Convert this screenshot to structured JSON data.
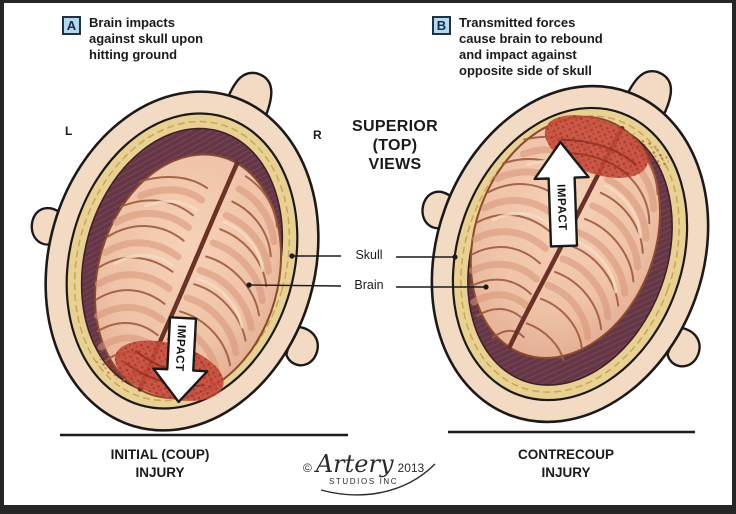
{
  "panel_a": {
    "badge": "A",
    "caption": "Brain impacts\nagainst skull upon\nhitting ground",
    "side_left": "L",
    "side_right": "R",
    "impact": "IMPACT",
    "footer": "INITIAL (COUP)\nINJURY"
  },
  "panel_b": {
    "badge": "B",
    "caption": "Transmitted forces\ncause brain to rebound\nand impact against\nopposite side of skull",
    "impact": "IMPACT",
    "footer": "CONTRECOUP\nINJURY"
  },
  "center_title": "SUPERIOR\n(TOP)\nVIEWS",
  "annotations": {
    "skull": "Skull",
    "brain": "Brain"
  },
  "credit": {
    "symbol": "©",
    "studio": "Artery",
    "studio_sub": "STUDIOS INC",
    "year": "2013"
  },
  "colors": {
    "background": "#ffffff",
    "frame": "#262626",
    "skin": "#f3dac3",
    "skull_bone": "#e9d192",
    "diploe_line": "#c9a55e",
    "dura_space": "#653646",
    "brain": "#eec2a6",
    "gyri_crease": "#a05a3e",
    "injury_red": "#c74a3a",
    "badge_bg": "#b5d9ec",
    "arrow_fill": "#ffffff",
    "text": "#1a1a1a"
  }
}
